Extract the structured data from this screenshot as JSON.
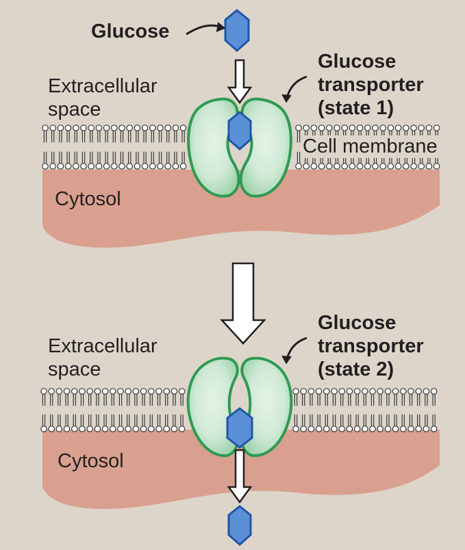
{
  "labels": {
    "glucose": "Glucose",
    "extracellular_1a": "Extracellular",
    "extracellular_1b": "space",
    "transporter_1a": "Glucose",
    "transporter_1b": "transporter",
    "transporter_1c": "(state 1)",
    "cell_membrane": "Cell membrane",
    "cytosol_1": "Cytosol",
    "extracellular_2a": "Extracellular",
    "extracellular_2b": "space",
    "transporter_2a": "Glucose",
    "transporter_2b": "transporter",
    "transporter_2c": "(state 2)",
    "cytosol_2": "Cytosol"
  },
  "colors": {
    "background": "#ddd5ca",
    "cytosol": "#d9a08f",
    "transporter_fill": "#cfe9d5",
    "transporter_edge": "#2e9a52",
    "glucose_fill": "#5b8fd6",
    "glucose_edge": "#1f56a8",
    "lipid_line": "#3a3a3a",
    "arrow_fill": "#ffffff"
  },
  "icons": {
    "glucose": "hexagon",
    "curved_pointer": "curved-arrow",
    "flow_arrow": "down-arrow"
  }
}
